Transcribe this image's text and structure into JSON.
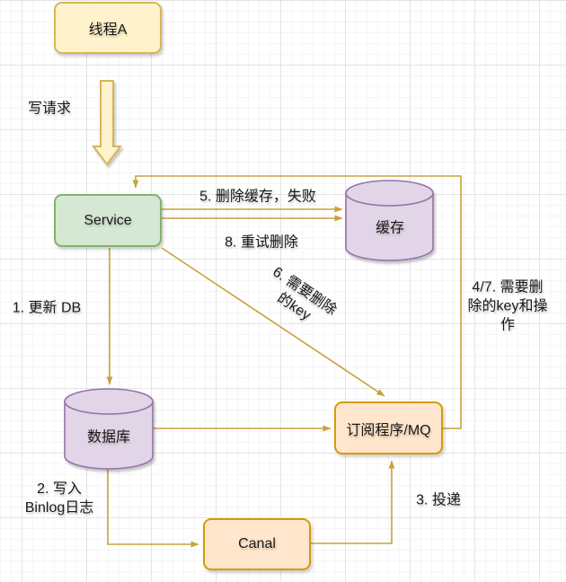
{
  "diagram": {
    "nodes": {
      "thread_a": {
        "label": "线程A"
      },
      "service": {
        "label": "Service"
      },
      "cache": {
        "label": "缓存"
      },
      "database": {
        "label": "数据库"
      },
      "mq": {
        "label": "订阅程序/MQ"
      },
      "canal": {
        "label": "Canal"
      }
    },
    "labels": {
      "write_request": {
        "text": "写请求"
      },
      "step1": {
        "text": "1. 更新 DB"
      },
      "step2": {
        "lines": [
          "2. 写入",
          "Binlog日志"
        ]
      },
      "step3": {
        "text": "3. 投递"
      },
      "step47": {
        "lines": [
          "4/7. 需要删",
          "除的key和操",
          "作"
        ]
      },
      "step5": {
        "text": "5. 删除缓存，失败"
      },
      "step6": {
        "lines": [
          "6. 需要删除",
          "的key"
        ]
      },
      "step8": {
        "text": "8. 重试删除"
      }
    },
    "colors": {
      "edge": "#C9A23D",
      "yellow_fill": "#FFF2CC",
      "yellow_border": "#D6B656",
      "green_fill": "#D5E8D4",
      "green_border": "#82B366",
      "purple_fill": "#E1D5E7",
      "purple_border": "#9673A6",
      "orange_fill": "#FFE6CC",
      "orange_border": "#D79B00",
      "text": "#1a1a1a"
    }
  }
}
